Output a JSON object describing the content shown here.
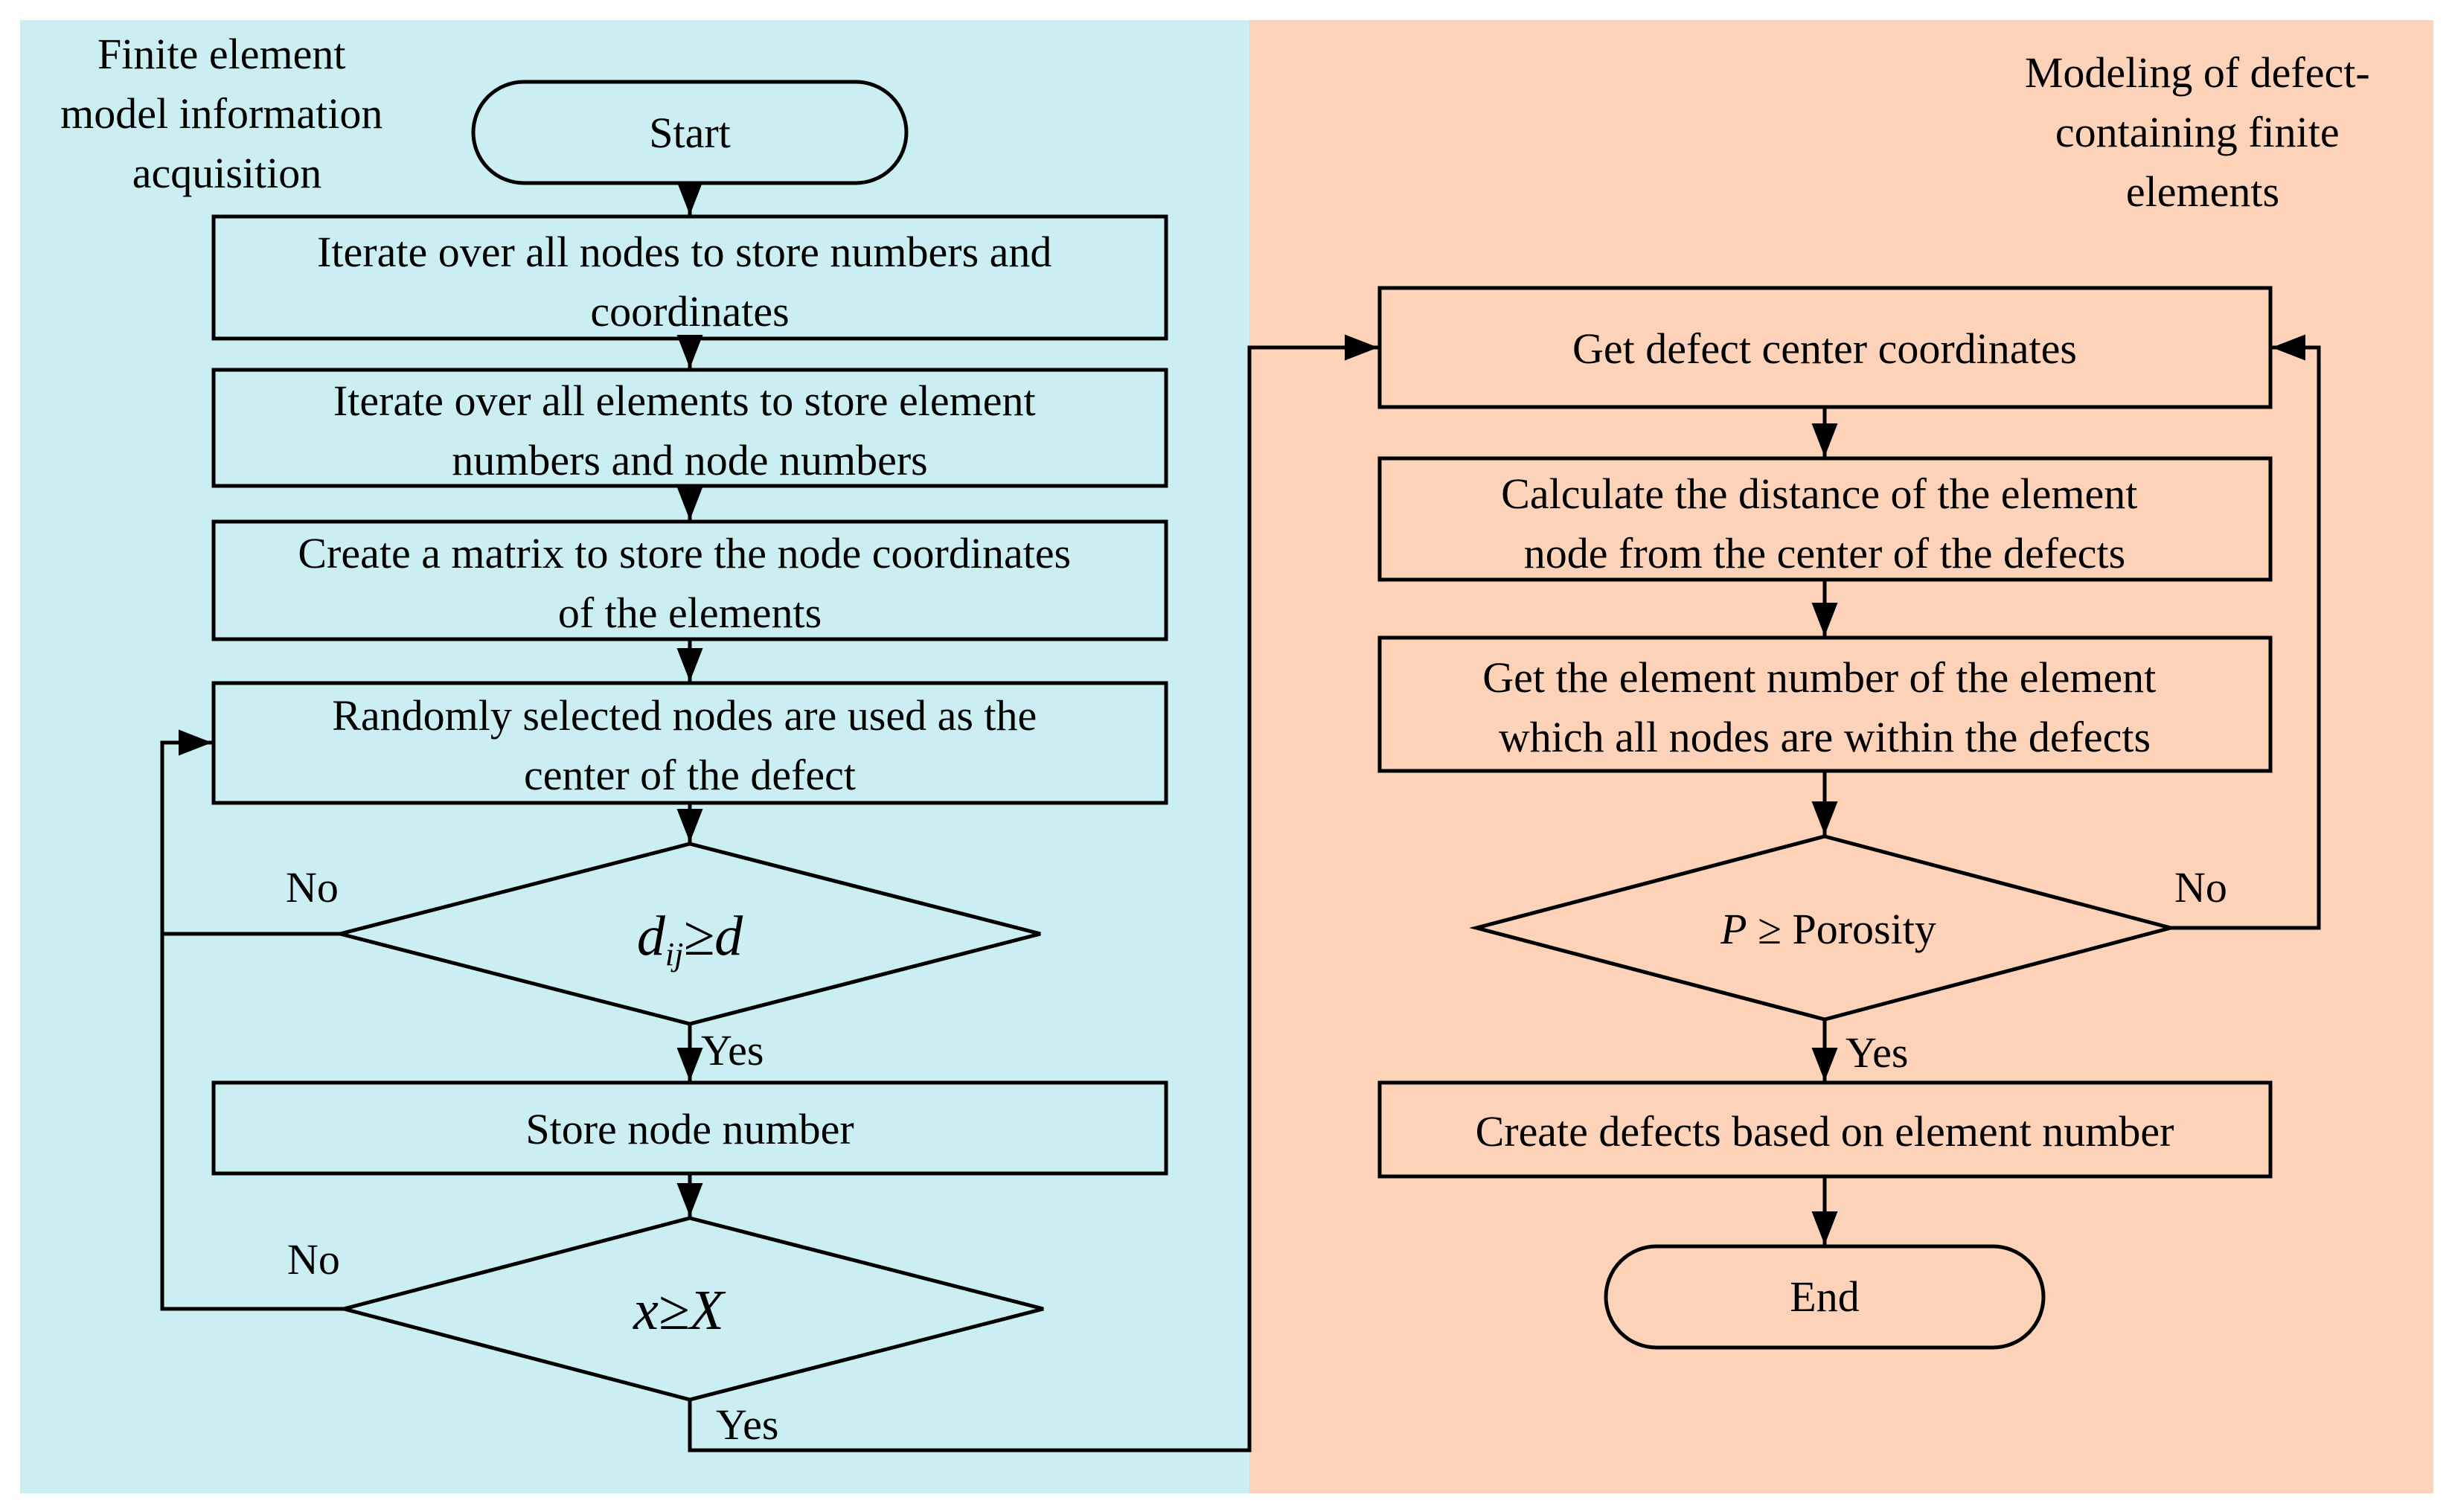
{
  "colors": {
    "left_panel": "#CBEEF2",
    "right_panel": "#FCD3B9",
    "stroke": "#000000"
  },
  "panels": {
    "left_title": [
      "Finite element",
      "model information",
      "acquisition"
    ],
    "right_title": [
      "Modeling of defect-",
      "containing finite",
      "elements"
    ]
  },
  "nodes": {
    "start": "Start",
    "iter_nodes": [
      "Iterate over all nodes to store numbers and",
      "coordinates"
    ],
    "iter_elements": [
      "Iterate over all elements to store element",
      "numbers and node numbers"
    ],
    "create_matrix": [
      "Create a matrix to store the node coordinates",
      "of the elements"
    ],
    "random_nodes": [
      "Randomly selected nodes are used as the",
      "center of the defect"
    ],
    "decision1": {
      "base": "d",
      "sub": "ij",
      "rest": "≥d"
    },
    "store_node": "Store node number",
    "decision2": "x≥X",
    "get_center": "Get defect center coordinates",
    "calc_distance": [
      "Calculate the distance of the element",
      "node from the center of the defects"
    ],
    "get_element": [
      "Get the element number of the element",
      "which all nodes are within the defects"
    ],
    "decision3": {
      "var": "P",
      "rest": " ≥ Porosity"
    },
    "create_defects": "Create defects based on element number",
    "end": "End"
  },
  "edge_labels": {
    "d1_no": "No",
    "d1_yes": "Yes",
    "d2_no": "No",
    "d2_yes": "Yes",
    "d3_no": "No",
    "d3_yes": "Yes"
  }
}
